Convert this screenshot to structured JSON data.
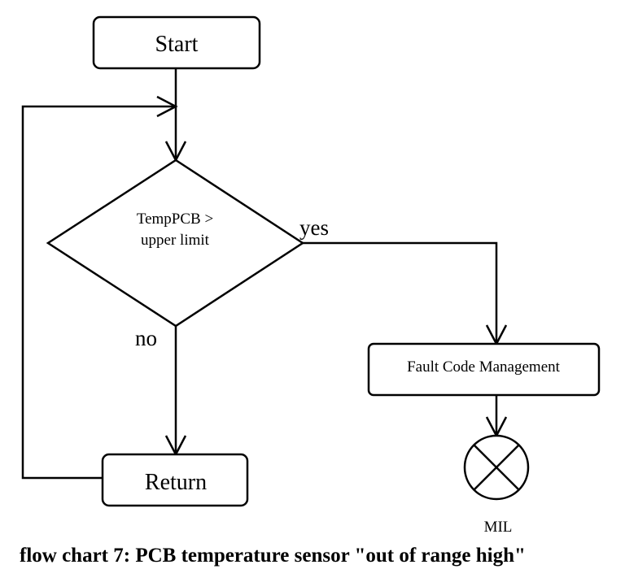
{
  "nodes": {
    "start": "Start",
    "decision_line1": "TempPCB >",
    "decision_line2": "upper limit",
    "fault": "Fault Code Management",
    "return": "Return",
    "mil": "MIL"
  },
  "edges": {
    "yes": "yes",
    "no": "no"
  },
  "caption": "flow chart 7: PCB temperature sensor \"out of range high\""
}
